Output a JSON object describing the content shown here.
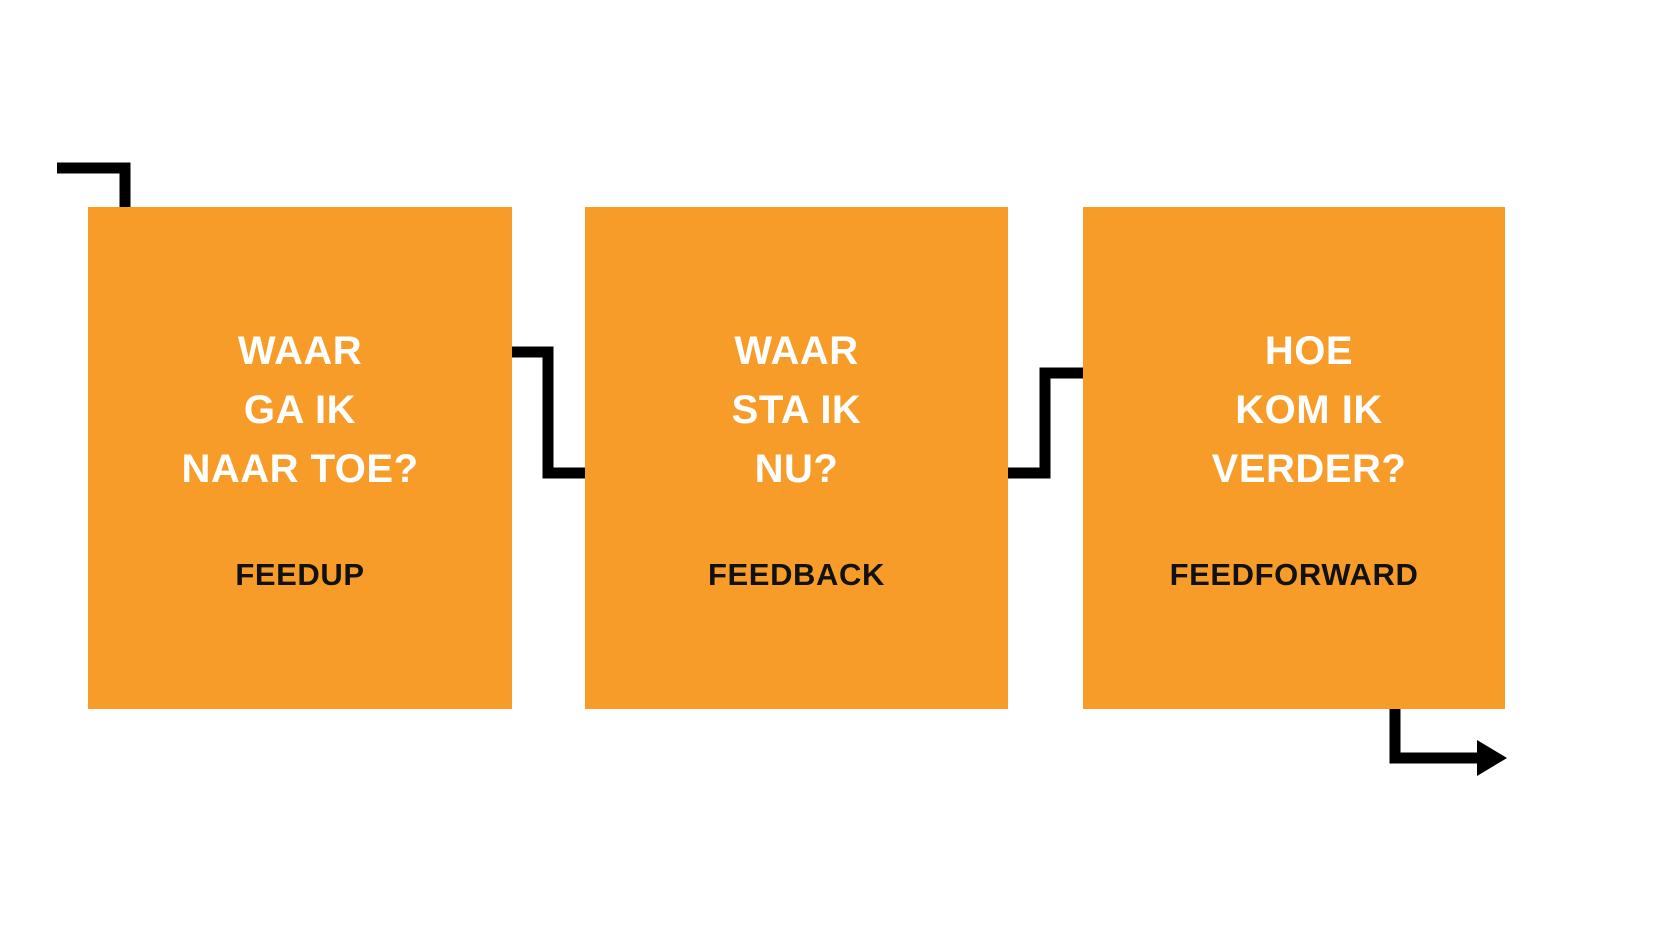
{
  "diagram": {
    "title": "Feedup - Feedback - Feedforward",
    "accent_color": "#F79C29",
    "line_color": "#000000",
    "question_text_color": "#FFFFFF",
    "label_text_color": "#111111",
    "background_color": "#FFFFFF",
    "boxes": [
      {
        "id": "feedup",
        "question": "WAAR\nGA IK\nNAAR TOE?",
        "label": "FEEDUP"
      },
      {
        "id": "feedback",
        "question": "WAAR\nSTA IK\nNU?",
        "label": "FEEDBACK"
      },
      {
        "id": "feedforward",
        "question": "HOE\nKOM IK\nVERDER?",
        "label": "FEEDFORWARD"
      }
    ],
    "connectors": [
      {
        "id": "entry-arrow",
        "from": "start",
        "to": "feedup",
        "style": "elbow-down-right",
        "arrowhead": true
      },
      {
        "id": "feedup-to-feedback",
        "from": "feedup",
        "to": "feedback",
        "style": "elbow-down-right",
        "arrowhead": true
      },
      {
        "id": "feedback-to-feedforward",
        "from": "feedback",
        "to": "feedforward",
        "style": "elbow-up-right",
        "arrowhead": true
      },
      {
        "id": "exit-arrow",
        "from": "feedforward",
        "to": "end",
        "style": "elbow-down-right",
        "arrowhead": true
      }
    ]
  }
}
